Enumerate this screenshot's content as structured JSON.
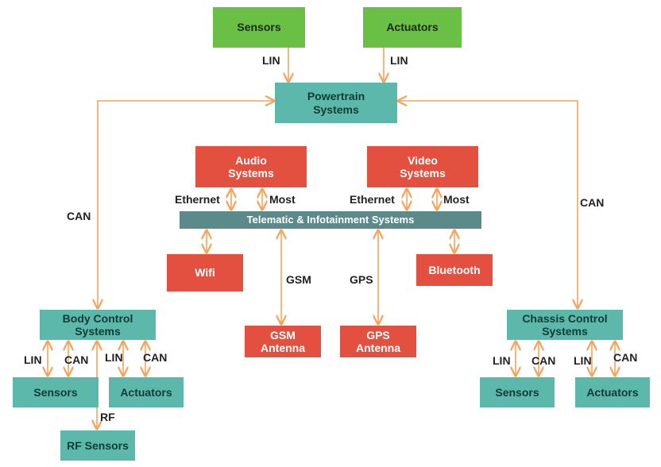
{
  "boxes": {
    "sensors_top": "Sensors",
    "actuators_top": "Actuators",
    "powertrain": "Powertrain\nSystems",
    "audio": "Audio\nSystems",
    "video": "Video\nSystems",
    "telematic": "Telematic & Infotainment Systems",
    "wifi": "Wifi",
    "bluetooth": "Bluetooth",
    "gsm_antenna": "GSM\nAntenna",
    "gps_antenna": "GPS\nAntenna",
    "body_control": "Body Control\nSystems",
    "chassis_control": "Chassis Control\nSystems",
    "sensors_left": "Sensors",
    "actuators_left": "Actuators",
    "rf_sensors": "RF Sensors",
    "sensors_right": "Sensors",
    "actuators_right": "Actuators"
  },
  "labels": {
    "lin_sensors_top": "LIN",
    "lin_actuators_top": "LIN",
    "can_left": "CAN",
    "can_right": "CAN",
    "ethernet_audio": "Ethernet",
    "most_audio": "Most",
    "ethernet_video": "Ethernet",
    "most_video": "Most",
    "gsm": "GSM",
    "gps": "GPS",
    "lin_left_1": "LIN",
    "can_left_1": "CAN",
    "lin_left_2": "LIN",
    "can_left_2": "CAN",
    "rf": "RF",
    "lin_right_1": "LIN",
    "can_right_1": "CAN",
    "lin_right_2": "LIN",
    "can_right_2": "CAN"
  },
  "colors": {
    "arrow": "#f5a45d",
    "green": "#6abf45",
    "teal": "#5bb8aa",
    "red": "#e4503f",
    "bar": "#5a8a8a"
  }
}
